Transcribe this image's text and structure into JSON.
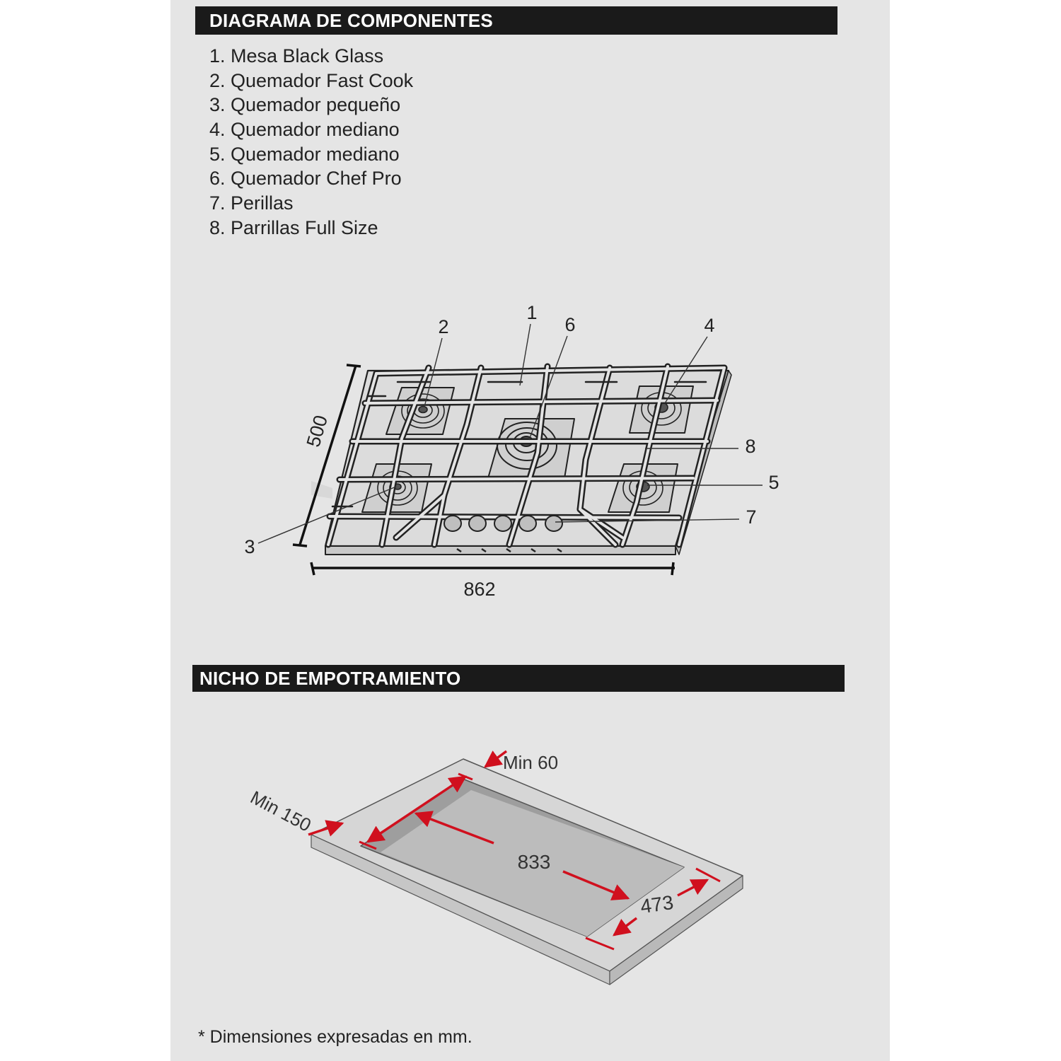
{
  "sections": {
    "components_title": "DIAGRAMA DE COMPONENTES",
    "niche_title": "NICHO DE EMPOTRAMIENTO"
  },
  "components": [
    "1. Mesa Black Glass",
    "2. Quemador Fast Cook",
    "3. Quemador pequeño",
    "4. Quemador mediano",
    "5. Quemador mediano",
    "6. Quemador Chef Pro",
    "7. Perillas",
    "8. Parrillas Full Size"
  ],
  "callouts": {
    "c1": "1",
    "c2": "2",
    "c3": "3",
    "c4": "4",
    "c5": "5",
    "c6": "6",
    "c7": "7",
    "c8": "8"
  },
  "dimensions": {
    "depth": "500",
    "width": "862",
    "min_back": "Min 60",
    "min_side": "Min 150",
    "cut_width": "833",
    "cut_depth": "473"
  },
  "footnote": "* Dimensiones expresadas en mm.",
  "colors": {
    "arrow": "#d0101e",
    "header_bg": "#1a1a1a",
    "sheet_bg": "#e5e5e5"
  }
}
